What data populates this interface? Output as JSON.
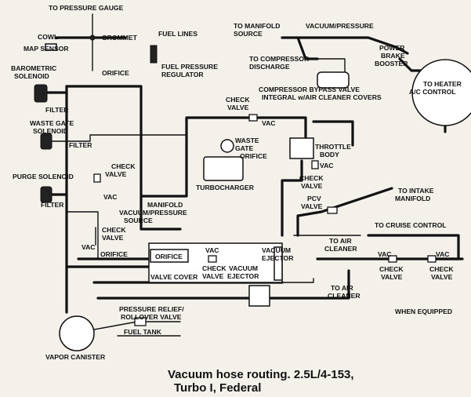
{
  "labels": {
    "pressure_gauge": "TO PRESSURE GAUGE",
    "cowl": "COWL",
    "grommet": "GROMMET",
    "fuel_lines": "FUEL LINES",
    "map_sensor": "MAP SENSOR",
    "barometric_1": "BAROMETRIC",
    "barometric_2": "SOLENOID",
    "orifice_top": "ORIFICE",
    "fuel_reg_1": "FUEL PRESSURE",
    "fuel_reg_2": "REGULATOR",
    "filter_1": "FILTER",
    "waste_gate_sol_1": "WASTE GATE",
    "waste_gate_sol_2": "SOLENOID",
    "filter_2": "FILTER",
    "purge_sol": "PURGE SOLENOID",
    "check_valve_1": "CHECK",
    "check_valve_2": "VALVE",
    "filter_3": "FILTER",
    "vac_1": "VAC",
    "manifold_vs_1": "MANIFOLD",
    "manifold_vs_2": "VACUUM/PRESSURE",
    "manifold_vs_3": "SOURCE",
    "check_valve_3a": "CHECK",
    "check_valve_3b": "VALVE",
    "vac_2": "VAC",
    "orifice_left": "ORIFICE",
    "to_manifold_1": "TO MANIFOLD",
    "to_manifold_2": "SOURCE",
    "vac_pressure": "VACUUM/PRESSURE",
    "brake_1": "POWER",
    "brake_2": "BRAKE",
    "brake_3": "BOOSTER",
    "compressor_1": "TO COMPRESSOR",
    "compressor_2": "DISCHARGE",
    "bypass_1": "COMPRESSOR BYPASS VALVE",
    "bypass_2": "INTEGRAL w/AIR CLEANER COVERS",
    "heater_1": "TO HEATER",
    "heater_2": "A/C CONTROL",
    "check_valve_top_1": "CHECK",
    "check_valve_top_2": "VALVE",
    "vac_top": "VAC",
    "waste_gate_1": "WASTE",
    "waste_gate_2": "GATE",
    "waste_gate_3": "ORIFICE",
    "throttle_1": "THROTTLE",
    "throttle_2": "BODY",
    "turbocharger": "TURBOCHARGER",
    "vac_mid": "VAC",
    "check_valve_mid_1": "CHECK",
    "check_valve_mid_2": "VALVE",
    "pcv_1": "PCV",
    "pcv_2": "VALVE",
    "intake_1": "TO INTAKE",
    "intake_2": "MANIFOLD",
    "cruise": "TO CRUISE CONTROL",
    "air_cleaner_1a": "TO AIR",
    "air_cleaner_1b": "CLEANER",
    "orifice_box": "ORIFICE",
    "vac_box": "VAC",
    "vacuum_ejector_1a": "VACUUM",
    "vacuum_ejector_1b": "EJECTOR",
    "check_valve_box_1": "CHECK",
    "check_valve_box_2": "VALVE",
    "vacuum_ejector_2a": "VACUUM",
    "vacuum_ejector_2b": "EJECTOR",
    "valve_cover": "VALVE COVER",
    "air_cleaner_2a": "TO AIR",
    "air_cleaner_2b": "CLEANER",
    "vac_right_1": "VAC",
    "check_right_1a": "CHECK",
    "check_right_1b": "VALVE",
    "vac_right_2": "VAC",
    "check_right_2a": "CHECK",
    "check_right_2b": "VALVE",
    "when_equipped": "WHEN EQUIPPED",
    "relief_1": "PRESSURE RELIEF/",
    "relief_2": "ROLLOVER VALVE",
    "fuel_tank": "FUEL TANK",
    "canister": "VAPOR CANISTER"
  },
  "caption": {
    "line1": "Vacuum hose routing. 2.5L/4-153,",
    "line2": "Turbo I, Federal"
  }
}
